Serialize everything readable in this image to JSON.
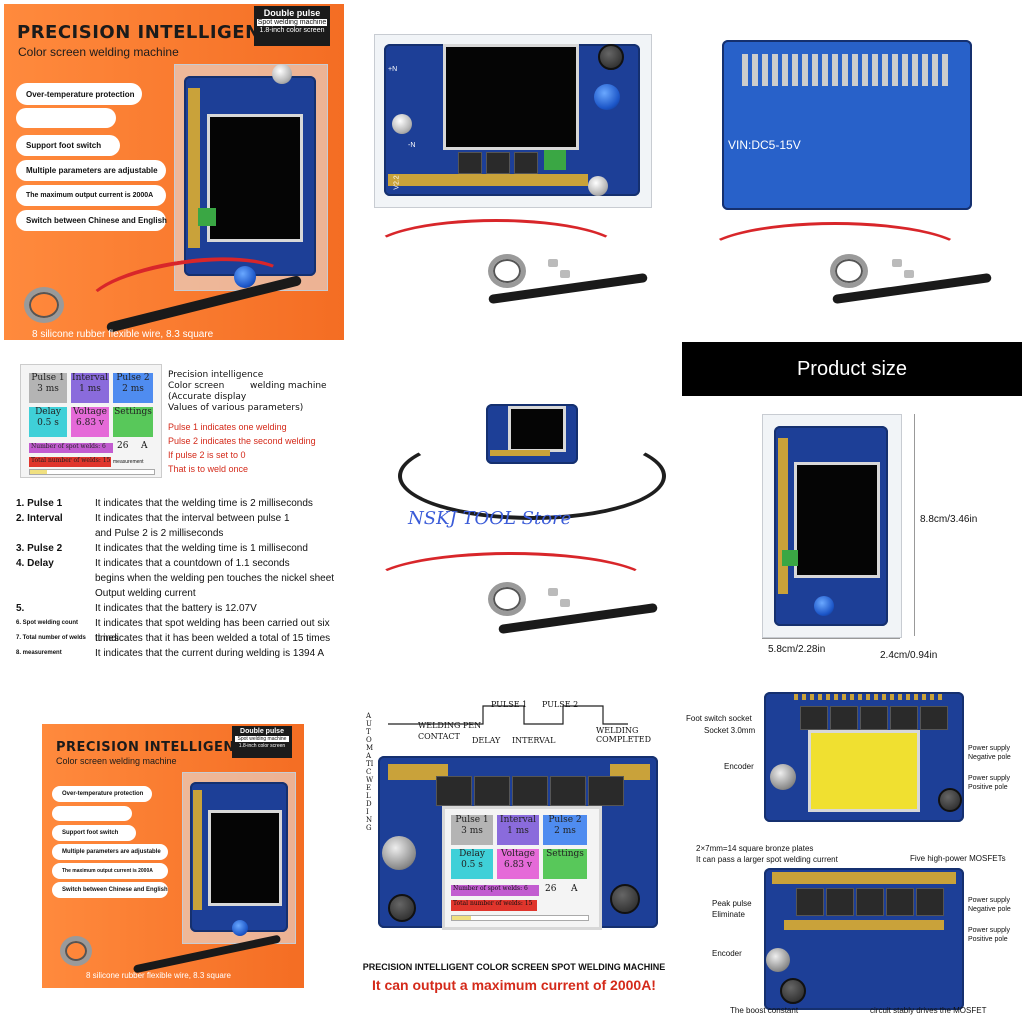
{
  "panel1": {
    "title": "PRECISION INTELLIGENCE",
    "subtitle": "Color screen welding machine",
    "badge_top": "Double pulse",
    "badge_sub": "Spot welding machine",
    "badge_screen": "1.8-inch color screen",
    "features": [
      "Over-temperature protection",
      "",
      "Support foot switch",
      "Multiple parameters are adjustable",
      "The maximum output current is 2000A",
      "Switch between Chinese and English"
    ],
    "footer": "8 silicone rubber flexible wire, 8.3 square"
  },
  "panel2": {
    "board_text": "V2.2",
    "label_n": "+N",
    "label_nm": "-N"
  },
  "panel3": {
    "vin": "VIN:DC5-15V"
  },
  "panel4": {
    "tiles": [
      {
        "name": "Pulse 1",
        "value": "3 ms",
        "color": "#b4b4b4"
      },
      {
        "name": "Interval",
        "value": "1 ms",
        "color": "#8a6bdc"
      },
      {
        "name": "Pulse 2",
        "value": "2 ms",
        "color": "#4f8cf0"
      },
      {
        "name": "Delay",
        "value": "0.5 s",
        "color": "#3fd0d8"
      },
      {
        "name": "Voltage",
        "value": "6.83 v",
        "color": "#e56ad8"
      },
      {
        "name": "Settings",
        "value": "",
        "color": "#58c85a"
      }
    ],
    "spot_welds_label": "Number of spot welds: 6",
    "current_value": "26",
    "current_unit": "A",
    "total_welds_label": "Total number of welds: 15",
    "measurement_label": "measurement",
    "desc_lines": [
      "Precision intelligence",
      "Color screen",
      "welding machine",
      "(Accurate display",
      "Values of various parameters)"
    ],
    "notes": [
      "Pulse 1 indicates one welding",
      "Pulse 2 indicates the second welding",
      "If pulse 2 is set to 0",
      "That is to weld once"
    ],
    "legend": [
      {
        "num": "1. Pulse 1",
        "text": "It indicates that the welding time is 2 milliseconds"
      },
      {
        "num": "2. Interval",
        "text": "It indicates that the interval between pulse 1"
      },
      {
        "num": "",
        "text": "and Pulse 2 is 2 milliseconds"
      },
      {
        "num": "3. Pulse 2",
        "text": "It indicates that the welding time is 1 millisecond"
      },
      {
        "num": "4. Delay",
        "text": "It indicates that a countdown of 1.1 seconds"
      },
      {
        "num": "",
        "text": "begins when the welding pen touches the nickel sheet"
      },
      {
        "num": "",
        "text": "Output welding current"
      },
      {
        "num": "5.",
        "text": "It indicates that the battery            is 12.07V"
      },
      {
        "num": "6. Spot welding count",
        "text": "It indicates that spot welding has been carried out six times"
      },
      {
        "num": "7. Total number of welds",
        "text": "It indicates that it has been welded a total of 15 times"
      },
      {
        "num": "8.       measurement",
        "text": "It indicates that the current during welding is 1394 A"
      }
    ]
  },
  "panel5": {
    "watermark": "NSKJ TOOL Store"
  },
  "panel6": {
    "header": "Product size",
    "height": "8.8cm/3.46in",
    "width": "5.8cm/2.28in",
    "depth": "2.4cm/0.94in"
  },
  "panel7": {
    "title": "PRECISION INTELLIGENCE",
    "subtitle": "Color screen welding machine",
    "badge_top": "Double pulse",
    "badge_sub": "Spot welding machine",
    "badge_screen": "1.8-inch color screen",
    "features": [
      "Over-temperature protection",
      "",
      "Support foot switch",
      "Multiple parameters are adjustable",
      "The maximum output current is 2000A",
      "Switch between Chinese and English"
    ],
    "footer": "8 silicone rubber flexible wire, 8.3 square"
  },
  "panel8": {
    "auto_welding": "AUTOMATIC WELDING",
    "welding_pen_contact": "WELDING PEN CONTACT",
    "pulse1": "PULSE 1",
    "pulse2": "PULSE 2",
    "delay": "DELAY",
    "interval": "INTERVAL",
    "welding_completed": "WELDING COMPLETED",
    "tiles": [
      {
        "name": "Pulse 1",
        "value": "3 ms",
        "color": "#b4b4b4"
      },
      {
        "name": "Interval",
        "value": "1 ms",
        "color": "#8a6bdc"
      },
      {
        "name": "Pulse 2",
        "value": "2 ms",
        "color": "#4f8cf0"
      },
      {
        "name": "Delay",
        "value": "0.5 s",
        "color": "#3fd0d8"
      },
      {
        "name": "Voltage",
        "value": "6.83 v",
        "color": "#e56ad8"
      },
      {
        "name": "Settings",
        "value": "",
        "color": "#58c85a"
      }
    ],
    "spot_welds_label": "Number of spot welds: 6",
    "current_value": "26",
    "current_unit": "A",
    "total_welds_label": "Total number of welds: 15",
    "caption": "PRECISION INTELLIGENT COLOR SCREEN SPOT WELDING MACHINE",
    "caption_red": "It can output a maximum current of 2000A!"
  },
  "panel9": {
    "foot_switch": "Foot switch socket",
    "socket": "Socket 3.0mm",
    "encoder1": "Encoder",
    "psu_neg1": "Power supply",
    "psu_neg1b": "Negative pole",
    "psu_pos1": "Power supply",
    "psu_pos1b": "Positive pole",
    "bronze": "2×7mm=14 square bronze plates",
    "bronze2": "It can pass a larger spot welding current",
    "mosfets": "Five high-power MOSFETs",
    "peak": "Peak pulse",
    "peak2": "Eliminate",
    "psu_neg2": "Power supply",
    "psu_neg2b": "Negative pole",
    "psu_pos2": "Power supply",
    "psu_pos2b": "Positive pole",
    "encoder2": "Encoder",
    "boost": "The boost constant",
    "drives": "circuit stably drives the MOSFET"
  }
}
